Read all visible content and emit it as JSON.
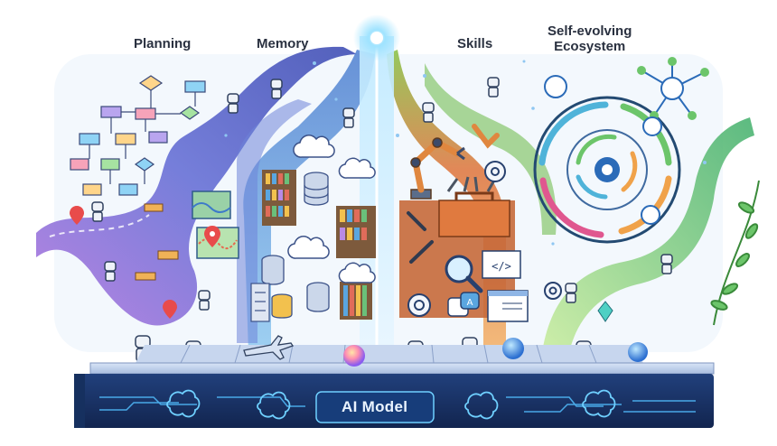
{
  "labels": {
    "planning": "Planning",
    "memory": "Memory",
    "skills": "Skills",
    "self_evolving_line1": "Self-evolving",
    "self_evolving_line2": "Ecosystem",
    "ai_model": "AI Model"
  },
  "icons": [
    "flowchart-icon",
    "map-icon",
    "location-pin-icon",
    "robot-icon",
    "bookshelf-icon",
    "database-icon",
    "cloud-icon",
    "server-icon",
    "robotic-arm-icon",
    "toolbox-icon",
    "gear-icon",
    "magnifier-icon",
    "code-icon",
    "translate-icon",
    "network-icon",
    "cycle-arrows-icon",
    "brain-icon",
    "airplane-icon",
    "plant-icon",
    "orb-icon"
  ],
  "colors": {
    "planning_path": "#7a6fd6",
    "memory_path": "#5d8fd9",
    "skills_path": "#e8884a",
    "ecosystem_path": "#6cc56a",
    "platform": "#1f3a72",
    "beam": "#8fd0ff"
  }
}
